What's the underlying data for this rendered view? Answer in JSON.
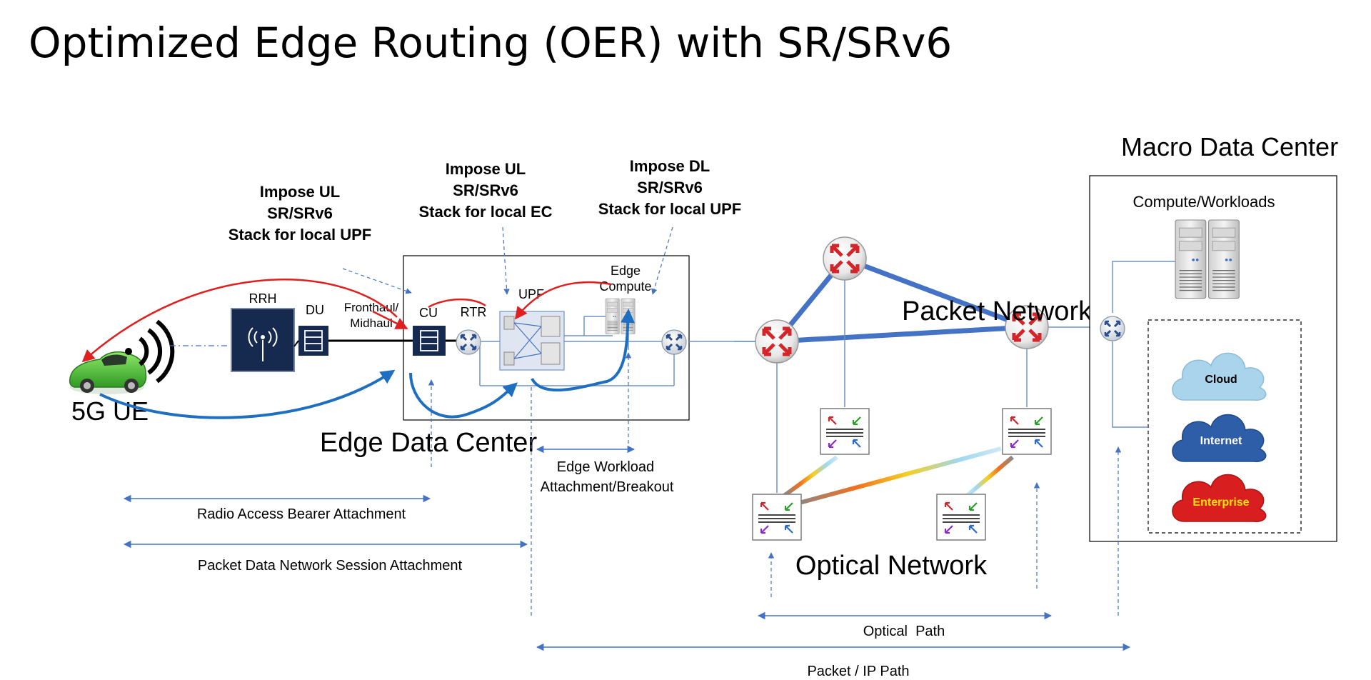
{
  "title": "Optimized Edge Routing (OER) with SR/SRv6",
  "callouts": {
    "ul_upf": [
      "Impose UL",
      "SR/SRv6",
      "Stack for local UPF"
    ],
    "ul_ec": [
      "Impose UL",
      "SR/SRv6",
      "Stack for local EC"
    ],
    "dl_upf": [
      "Impose DL",
      "SR/SRv6",
      "Stack for local UPF"
    ]
  },
  "labels": {
    "ue": "5G UE",
    "rrh": "RRH",
    "du": "DU",
    "fronthaul": [
      "Fronthaul/",
      "Midhaul"
    ],
    "cu": "CU",
    "rtr": "RTR",
    "upf": "UPF",
    "edge_compute": [
      "Edge",
      "Compute"
    ],
    "edge_dc": "Edge Data Center",
    "packet_network": "Packet Network",
    "optical_network": "Optical Network",
    "macro_dc": "Macro Data Center",
    "compute_workloads": "Compute/Workloads",
    "cloud": "Cloud",
    "internet": "Internet",
    "enterprise": "Enterprise"
  },
  "spans": {
    "radio_access": "Radio Access Bearer Attachment",
    "pdn_session": "Packet Data Network Session Attachment",
    "edge_workload": [
      "Edge Workload",
      "Attachment/Breakout"
    ],
    "optical_path": "Optical  Path",
    "packet_path": "Packet / IP Path"
  },
  "colors": {
    "flow_red": "#e02020",
    "flow_blue": "#1f6fc0",
    "link_blue": "#4472c4",
    "thin_blue": "#6f92c8",
    "router_red": "#d4262a",
    "device_navy": "#16294f",
    "cloud_light": "#a9d4ec",
    "cloud_internet": "#2e5ea8",
    "cloud_enterprise": "#d81e1e",
    "enterprise_text": "#ffe600"
  }
}
